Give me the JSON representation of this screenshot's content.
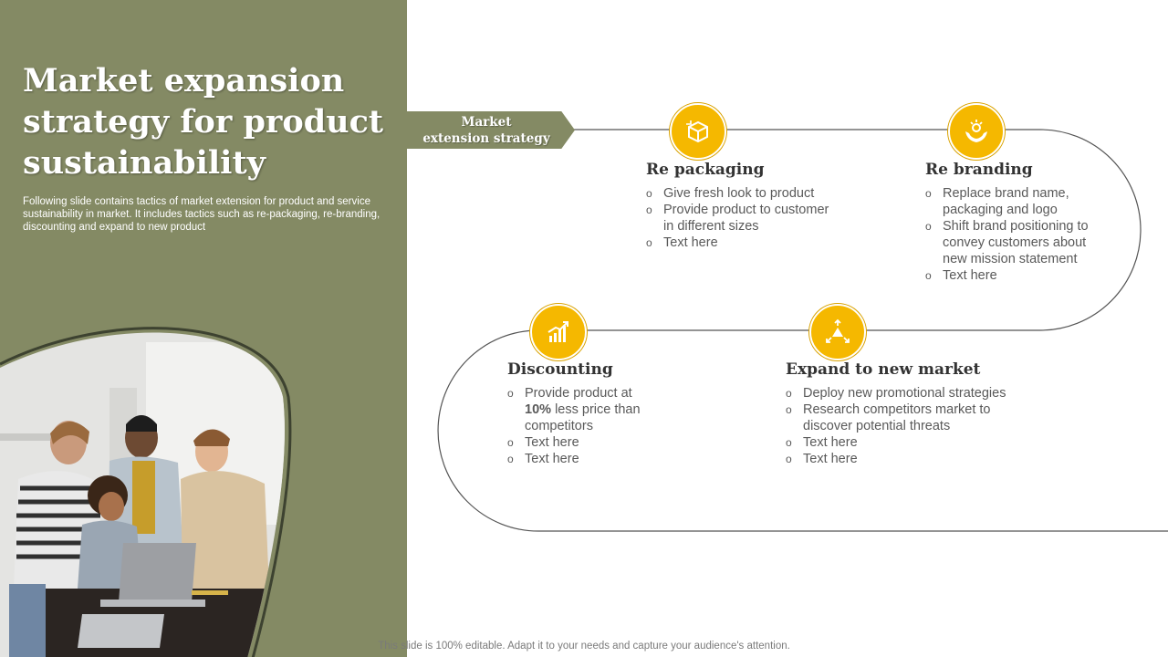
{
  "slide": {
    "title": "Market expansion strategy for product sustainability",
    "subtitle": "Following slide contains tactics of market extension for product and service sustainability in market. It includes tactics such as re-packaging, re-branding, discounting and expand to new product",
    "footer": "This slide is 100% editable. Adapt it to your needs and capture your audience's attention."
  },
  "banner": {
    "line1": "Market",
    "line2": "extension strategy"
  },
  "colors": {
    "panel": "#848a64",
    "accent": "#f5b800",
    "line": "#555555",
    "heading": "#333333",
    "body_text": "#595959"
  },
  "steps": [
    {
      "title": "Re packaging",
      "icon": "package-icon",
      "bullets": [
        "Give fresh look to product",
        "Provide product to customer in different sizes",
        "Text here"
      ]
    },
    {
      "title": "Re branding",
      "icon": "hands-brand-icon",
      "bullets": [
        "Replace brand name, packaging and logo",
        "Shift brand positioning to convey customers about new mission statement",
        "Text here"
      ]
    },
    {
      "title": "Discounting",
      "icon": "growth-chart-icon",
      "bullets": [
        "Provide product at",
        "10%",
        "less price than competitors",
        "Text here",
        "Text here"
      ]
    },
    {
      "title": "Expand to new market",
      "icon": "expand-arrows-icon",
      "bullets": [
        "Deploy new promotional strategies",
        "Research competitors market to discover potential threats",
        "Text here",
        "Text here"
      ]
    }
  ]
}
